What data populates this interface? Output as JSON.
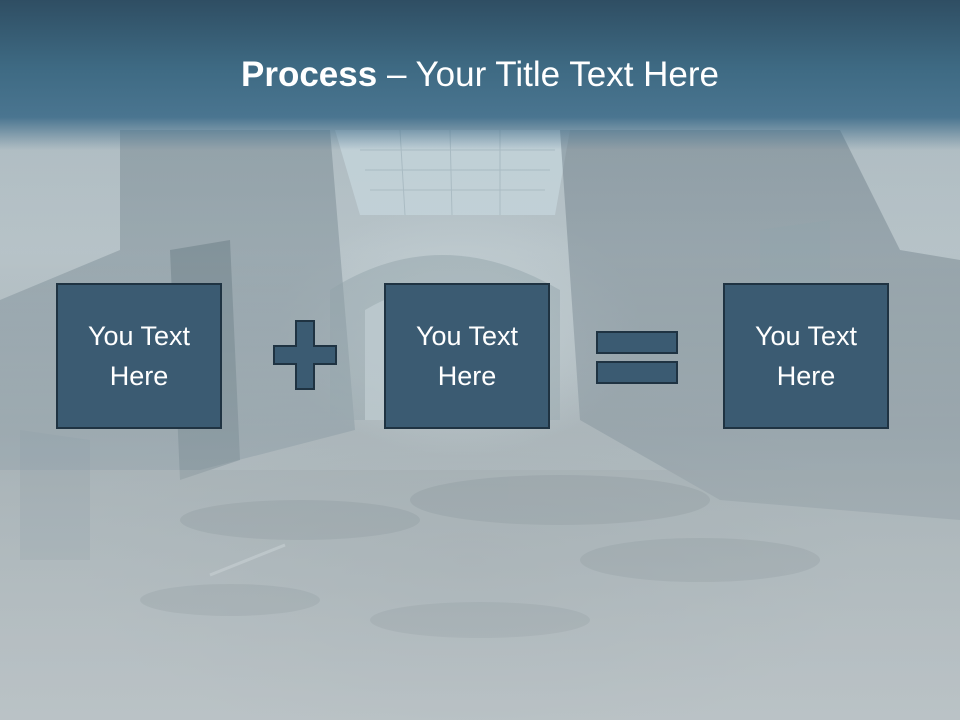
{
  "slide": {
    "title_bold": "Process",
    "title_rest": " – Your Title Text Here",
    "boxes": [
      {
        "text": "You Text Here"
      },
      {
        "text": "You Text Here"
      },
      {
        "text": "You Text Here"
      }
    ],
    "operators": {
      "first": "plus-icon",
      "second": "equals-icon"
    }
  },
  "colors": {
    "title_band": "#3e6a83",
    "box_fill": "#3b5b72",
    "box_border": "#1f3342",
    "title_text": "#ffffff"
  }
}
